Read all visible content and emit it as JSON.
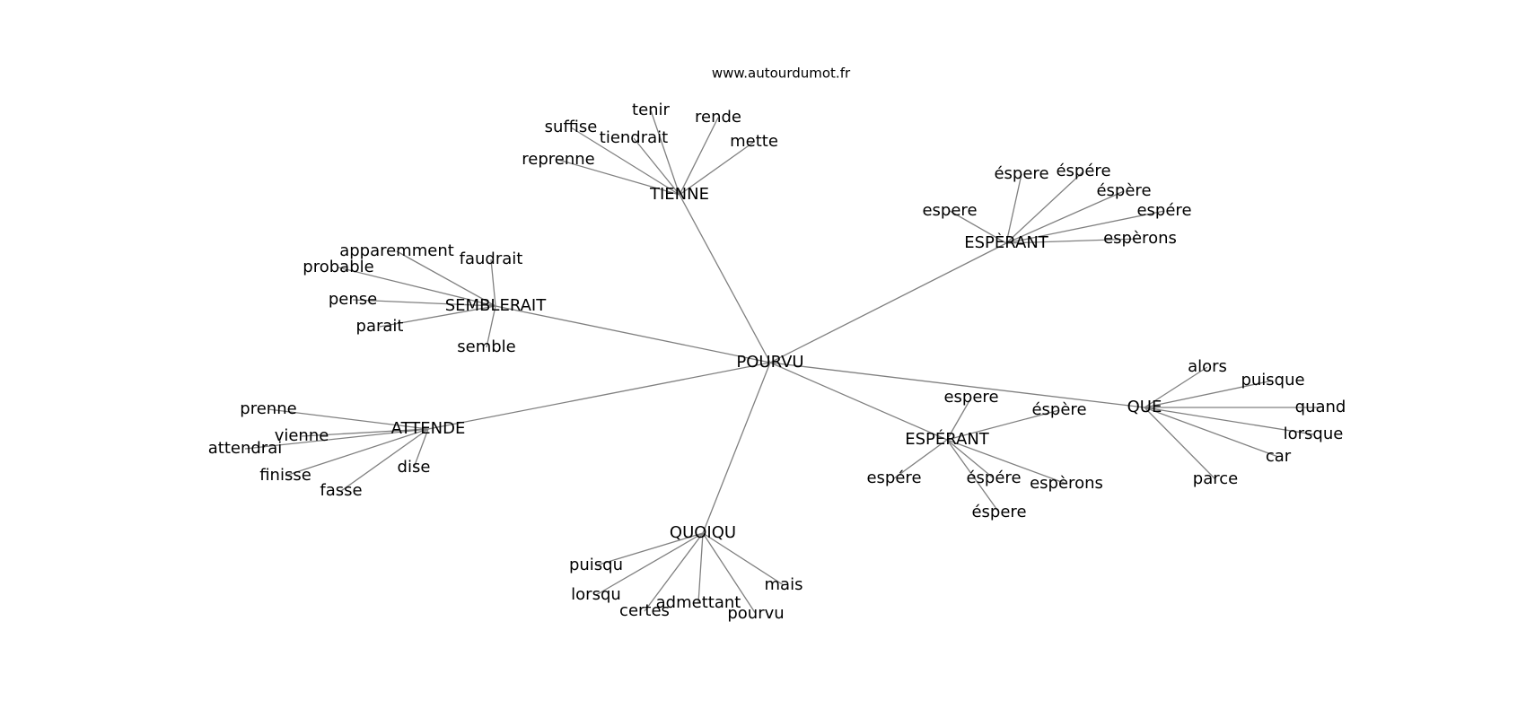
{
  "source": "www.autourdumot.fr",
  "line_color": "#808080",
  "text_color": "#000000",
  "center": "POURVU",
  "clusters": [
    {
      "hub": "TIENNE",
      "words": [
        "reprenne",
        "suffise",
        "tiendrait",
        "tenir",
        "rende",
        "mette"
      ]
    },
    {
      "hub": "ESPÈRANT",
      "words": [
        "espere",
        "éspere",
        "éspére",
        "éspère",
        "espére",
        "espèrons"
      ]
    },
    {
      "hub": "SEMBLERAIT",
      "words": [
        "apparemment",
        "probable",
        "faudrait",
        "pense",
        "parait",
        "semble"
      ]
    },
    {
      "hub": "QUE",
      "words": [
        "alors",
        "puisque",
        "quand",
        "lorsque",
        "car",
        "parce"
      ]
    },
    {
      "hub": "ESPÉRANT",
      "words": [
        "espere",
        "éspère",
        "éspére",
        "espére",
        "espèrons",
        "éspere"
      ]
    },
    {
      "hub": "ATTENDE",
      "words": [
        "prenne",
        "vienne",
        "attendrai",
        "finisse",
        "fasse",
        "dise"
      ]
    },
    {
      "hub": "QUOIQU",
      "words": [
        "puisqu",
        "lorsqu",
        "certes",
        "admettant",
        "pourvu",
        "mais"
      ]
    }
  ]
}
